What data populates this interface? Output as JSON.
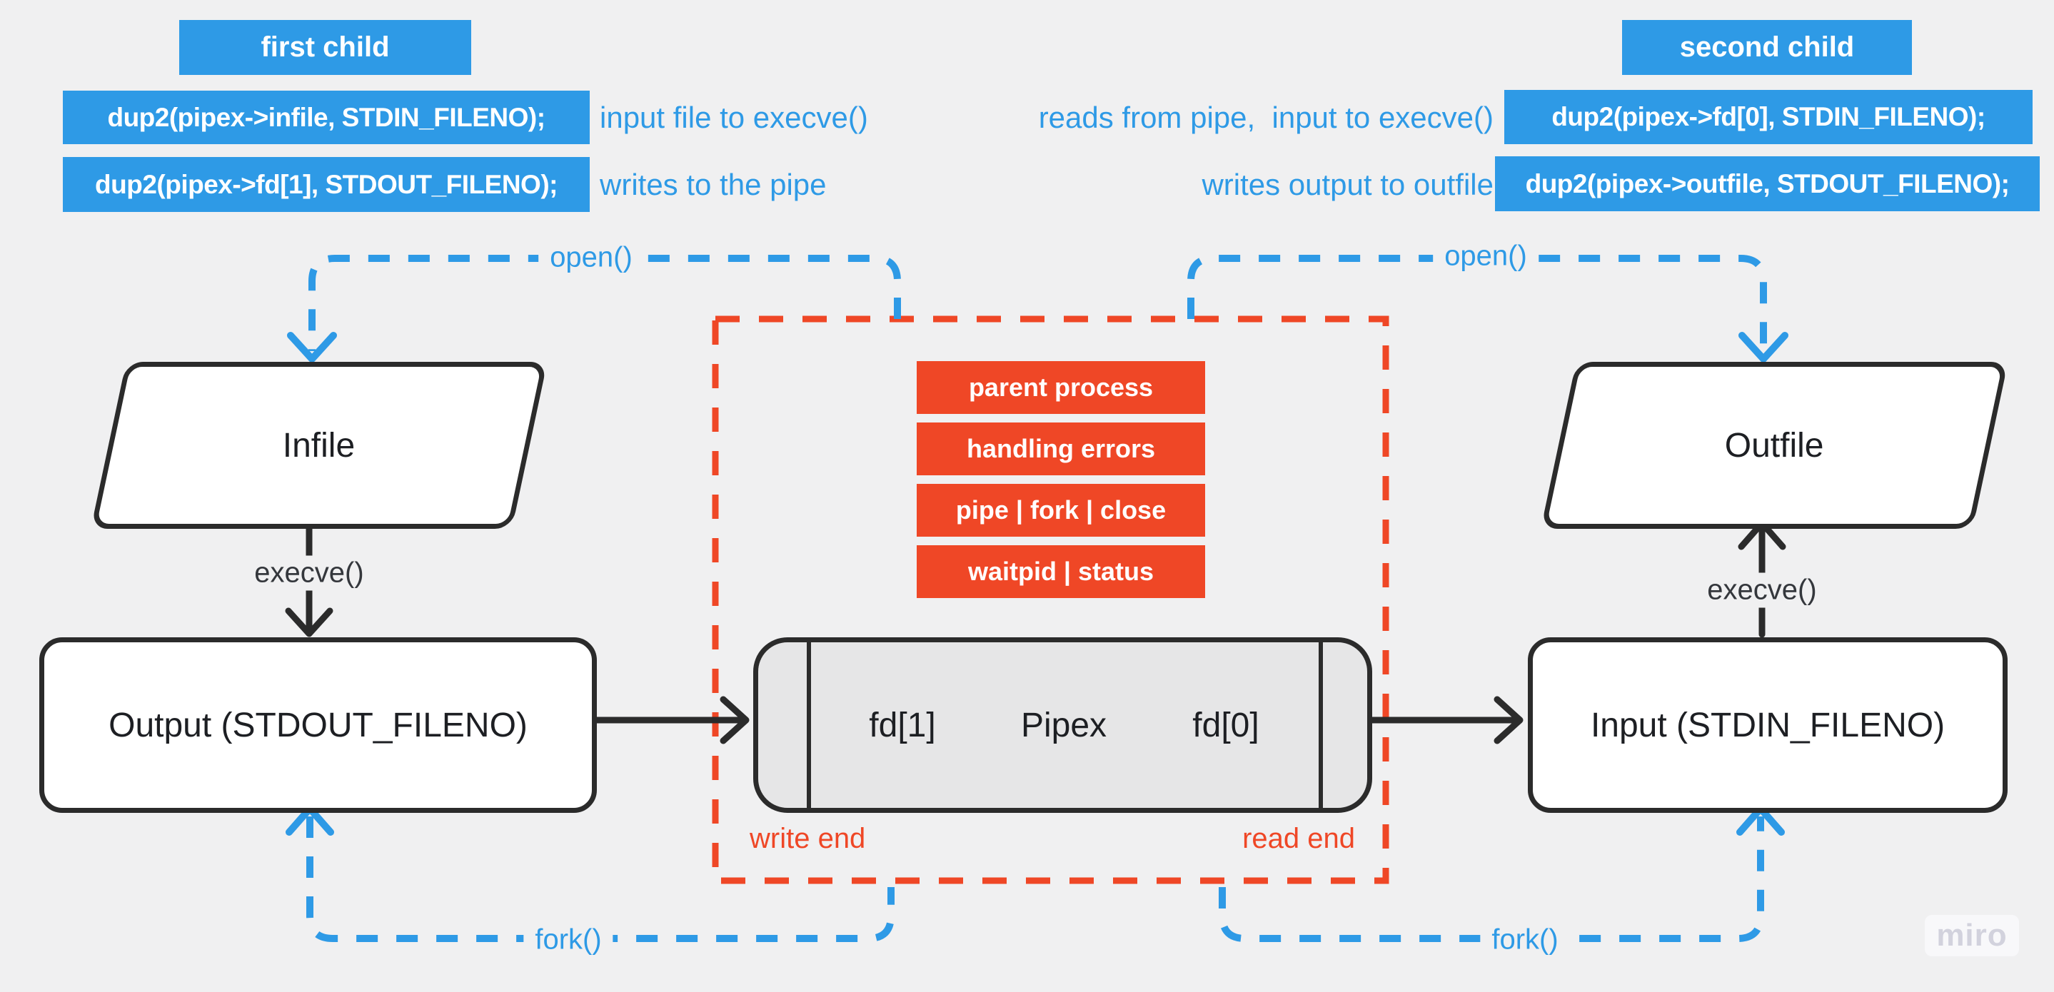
{
  "colors": {
    "background": "#f0f0f1",
    "blue": "#2e9ae6",
    "red": "#ef4726",
    "ink": "#2b2b2b",
    "pipe_fill": "#e6e6e7",
    "watermark_text": "#d2d2dd"
  },
  "stickies": {
    "first_child": "first child",
    "second_child": "second child"
  },
  "code": {
    "left": [
      "dup2(pipex->infile, STDIN_FILENO);",
      "dup2(pipex->fd[1], STDOUT_FILENO);"
    ],
    "right": [
      "dup2(pipex->fd[0], STDIN_FILENO);",
      "dup2(pipex->outfile, STDOUT_FILENO);"
    ]
  },
  "annotations": {
    "left": [
      "input file to execve()",
      "writes to the pipe"
    ],
    "right": [
      "reads from pipe,  input to execve()",
      "writes output to outfile"
    ]
  },
  "nodes": {
    "infile": "Infile",
    "outfile": "Outfile",
    "output": "Output (STDOUT_FILENO)",
    "input": "Input (STDIN_FILENO)",
    "pipe": {
      "write_fd": "fd[1]",
      "title": "Pipex",
      "read_fd": "fd[0]"
    }
  },
  "parent_process": {
    "labels": [
      "parent process",
      "handling errors",
      "pipe | fork | close",
      "waitpid | status"
    ],
    "write_end": "write end",
    "read_end": "read end"
  },
  "edge_labels": {
    "open_left": "open()",
    "open_right": "open()",
    "execve_left": "execve()",
    "execve_right": "execve()",
    "fork_left": "fork()",
    "fork_right": "fork()"
  },
  "watermark": "miro"
}
